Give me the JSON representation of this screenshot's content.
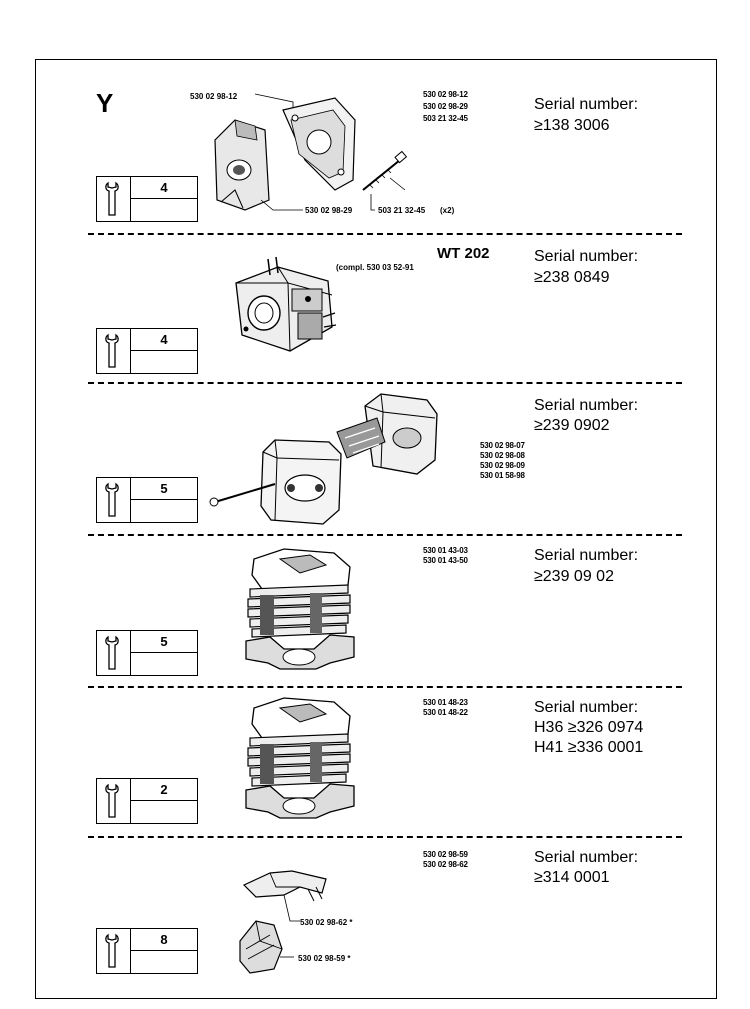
{
  "sections": [
    {
      "letter": "Y",
      "model": "",
      "serial_label": "Serial number:",
      "serial_lines": [
        "≥138 3006"
      ],
      "part_numbers": [
        "530 02 98-12",
        "530 02 98-29",
        "503 21 32-45"
      ],
      "callouts": [
        "530 02 98-12",
        "530 02 98-29",
        "503 21 32-45",
        "(x2)"
      ],
      "tool_number": "4"
    },
    {
      "letter": "",
      "model": "WT 202",
      "serial_label": "Serial number:",
      "serial_lines": [
        "≥238 0849"
      ],
      "part_numbers": [],
      "callouts": [
        "(compl. 530 03 52-91"
      ],
      "tool_number": "4"
    },
    {
      "letter": "",
      "model": "",
      "serial_label": "Serial number:",
      "serial_lines": [
        "≥239 0902"
      ],
      "part_numbers": [
        "530 02 98-07",
        "530 02 98-08",
        "530 02 98-09",
        "530 01 58-98"
      ],
      "callouts": [],
      "tool_number": "5"
    },
    {
      "letter": "",
      "model": "",
      "serial_label": "Serial number:",
      "serial_lines": [
        "≥239 09 02"
      ],
      "part_numbers": [
        "530 01 43-03",
        "530 01 43-50"
      ],
      "callouts": [],
      "tool_number": "5"
    },
    {
      "letter": "",
      "model": "",
      "serial_label": "Serial number:",
      "serial_lines": [
        "H36 ≥326 0974",
        "H41 ≥336 0001"
      ],
      "part_numbers": [
        "530 01 48-23",
        "530 01 48-22"
      ],
      "callouts": [],
      "tool_number": "2"
    },
    {
      "letter": "",
      "model": "",
      "serial_label": "Serial number:",
      "serial_lines": [
        "≥314 0001"
      ],
      "part_numbers": [
        "530 02 98-59",
        "530 02 98-62"
      ],
      "callouts": [
        "530 02 98-62 *",
        "530 02 98-59 *"
      ],
      "tool_number": "8"
    }
  ]
}
